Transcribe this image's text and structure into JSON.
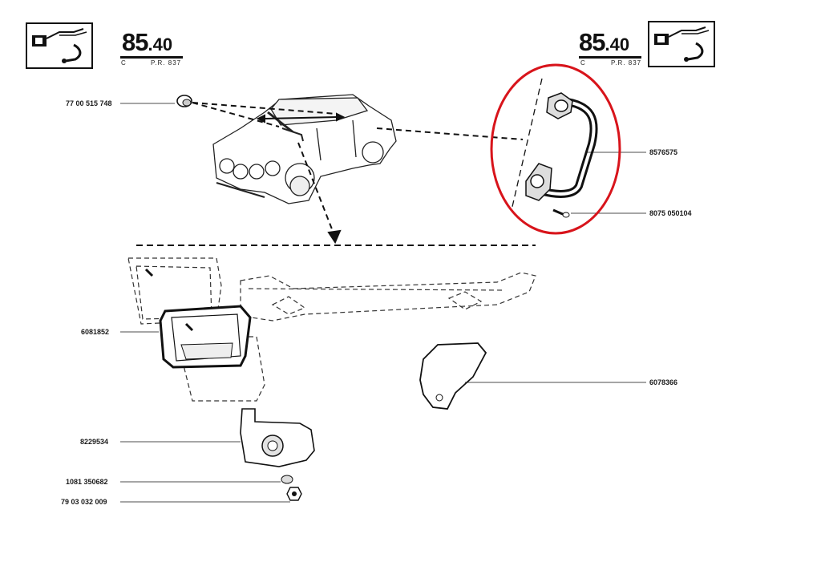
{
  "page": {
    "number_major": "85",
    "number_minor": ".40",
    "sub_left": "C",
    "sub_right": "P.R. 837"
  },
  "callouts": [
    {
      "id": "77-00-515-748",
      "text": "77 00 515 748"
    },
    {
      "id": "8576575",
      "text": "8576575"
    },
    {
      "id": "8075-050104",
      "text": "8075  050104"
    },
    {
      "id": "6081852",
      "text": "6081852"
    },
    {
      "id": "6078366",
      "text": "6078366"
    },
    {
      "id": "8229534",
      "text": "8229534"
    },
    {
      "id": "1081-350682",
      "text": "1081  350682"
    },
    {
      "id": "79-03-032-009",
      "text": "79 03 032 009"
    }
  ],
  "highlight": {
    "color": "#d8141b",
    "shape": "ellipse",
    "encloses": "8576575"
  },
  "colors": {
    "ink": "#1a1a1a",
    "paper": "#ffffff",
    "highlight": "#d8141b"
  }
}
